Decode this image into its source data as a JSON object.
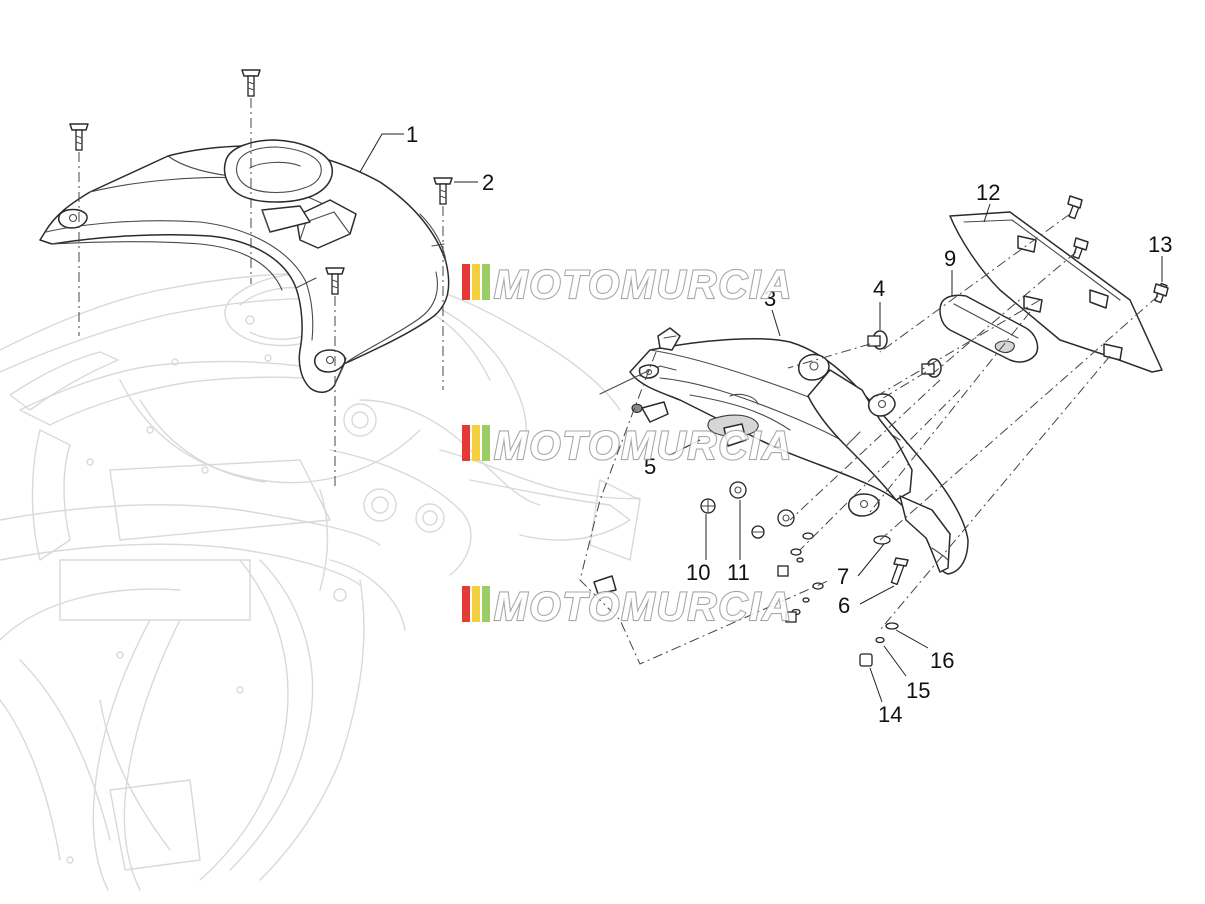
{
  "callouts": [
    "1",
    "2",
    "3",
    "4",
    "5",
    "6",
    "7",
    "9",
    "10",
    "11",
    "12",
    "13",
    "14",
    "15",
    "16"
  ],
  "watermark": {
    "text": "MOTOMURCIA",
    "stripe_colors": [
      "#e53935",
      "#f4d03f",
      "#9ccc65"
    ]
  },
  "colors": {
    "line": "#2b2b2b",
    "frame_line": "#d9d9d9",
    "background": "#ffffff"
  }
}
